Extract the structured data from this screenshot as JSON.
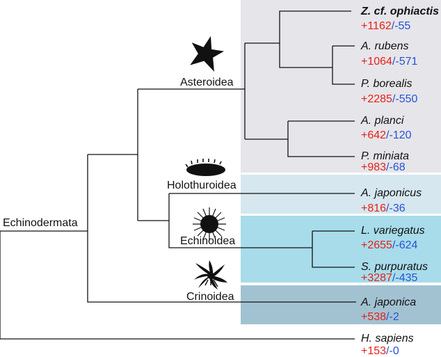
{
  "root_label": "Echinodermata",
  "clades": [
    {
      "key": "asteroidea",
      "label": "Asteroidea",
      "icon": "starfish-icon",
      "band_color": "#e6e5e9"
    },
    {
      "key": "holothuroidea",
      "label": "Holothuroidea",
      "icon": "sea-cucumber-icon",
      "band_color": "#d6e7ef"
    },
    {
      "key": "echinoidea",
      "label": "Echinoidea",
      "icon": "sea-urchin-icon",
      "band_color": "#a8dcea"
    },
    {
      "key": "crinoidea",
      "label": "Crinoidea",
      "icon": "feather-star-icon",
      "band_color": "#a2c2d2"
    }
  ],
  "taxa": [
    {
      "key": "zoph",
      "name": "Z. cf. ophiactis",
      "bold": true,
      "gain": "+1162",
      "loss": "-55"
    },
    {
      "key": "arub",
      "name": "A. rubens",
      "bold": false,
      "gain": "+1064",
      "loss": "-571"
    },
    {
      "key": "pbor",
      "name": "P. borealis",
      "bold": false,
      "gain": "+2285",
      "loss": "-550"
    },
    {
      "key": "apla",
      "name": "A. planci",
      "bold": false,
      "gain": "+642",
      "loss": "-120"
    },
    {
      "key": "pmin",
      "name": "P. miniata",
      "bold": false,
      "gain": "+983",
      "loss": "-68"
    },
    {
      "key": "ajap",
      "name": "A. japonicus",
      "bold": false,
      "gain": "+816",
      "loss": "-36"
    },
    {
      "key": "lvar",
      "name": "L. variegatus",
      "bold": false,
      "gain": "+2655",
      "loss": "-624"
    },
    {
      "key": "spur",
      "name": "S. purpuratus",
      "bold": false,
      "gain": "+3287",
      "loss": "-435"
    },
    {
      "key": "ajpa",
      "name": "A. japonica",
      "bold": false,
      "gain": "+538",
      "loss": "-2"
    },
    {
      "key": "hsap",
      "name": "H. sapiens",
      "bold": false,
      "gain": "+153",
      "loss": "-0"
    }
  ],
  "colors": {
    "gain": "#e8201a",
    "loss": "#2453d6"
  }
}
